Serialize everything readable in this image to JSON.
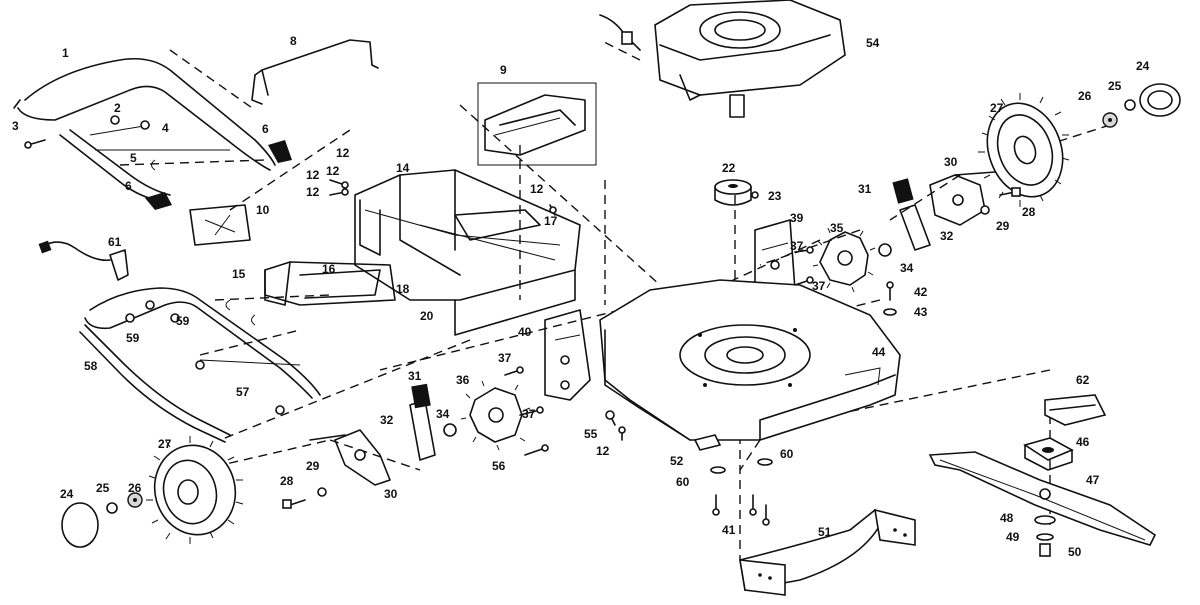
{
  "callouts": [
    "1",
    "2",
    "3",
    "4",
    "5",
    "6",
    "8",
    "9",
    "10",
    "12",
    "14",
    "15",
    "16",
    "17",
    "18",
    "20",
    "22",
    "23",
    "24",
    "25",
    "26",
    "27",
    "28",
    "29",
    "30",
    "31",
    "32",
    "34",
    "35",
    "36",
    "37",
    "39",
    "40",
    "41",
    "42",
    "43",
    "44",
    "46",
    "47",
    "48",
    "49",
    "50",
    "51",
    "52",
    "54",
    "55",
    "56",
    "57",
    "58",
    "59",
    "60",
    "61",
    "62"
  ]
}
